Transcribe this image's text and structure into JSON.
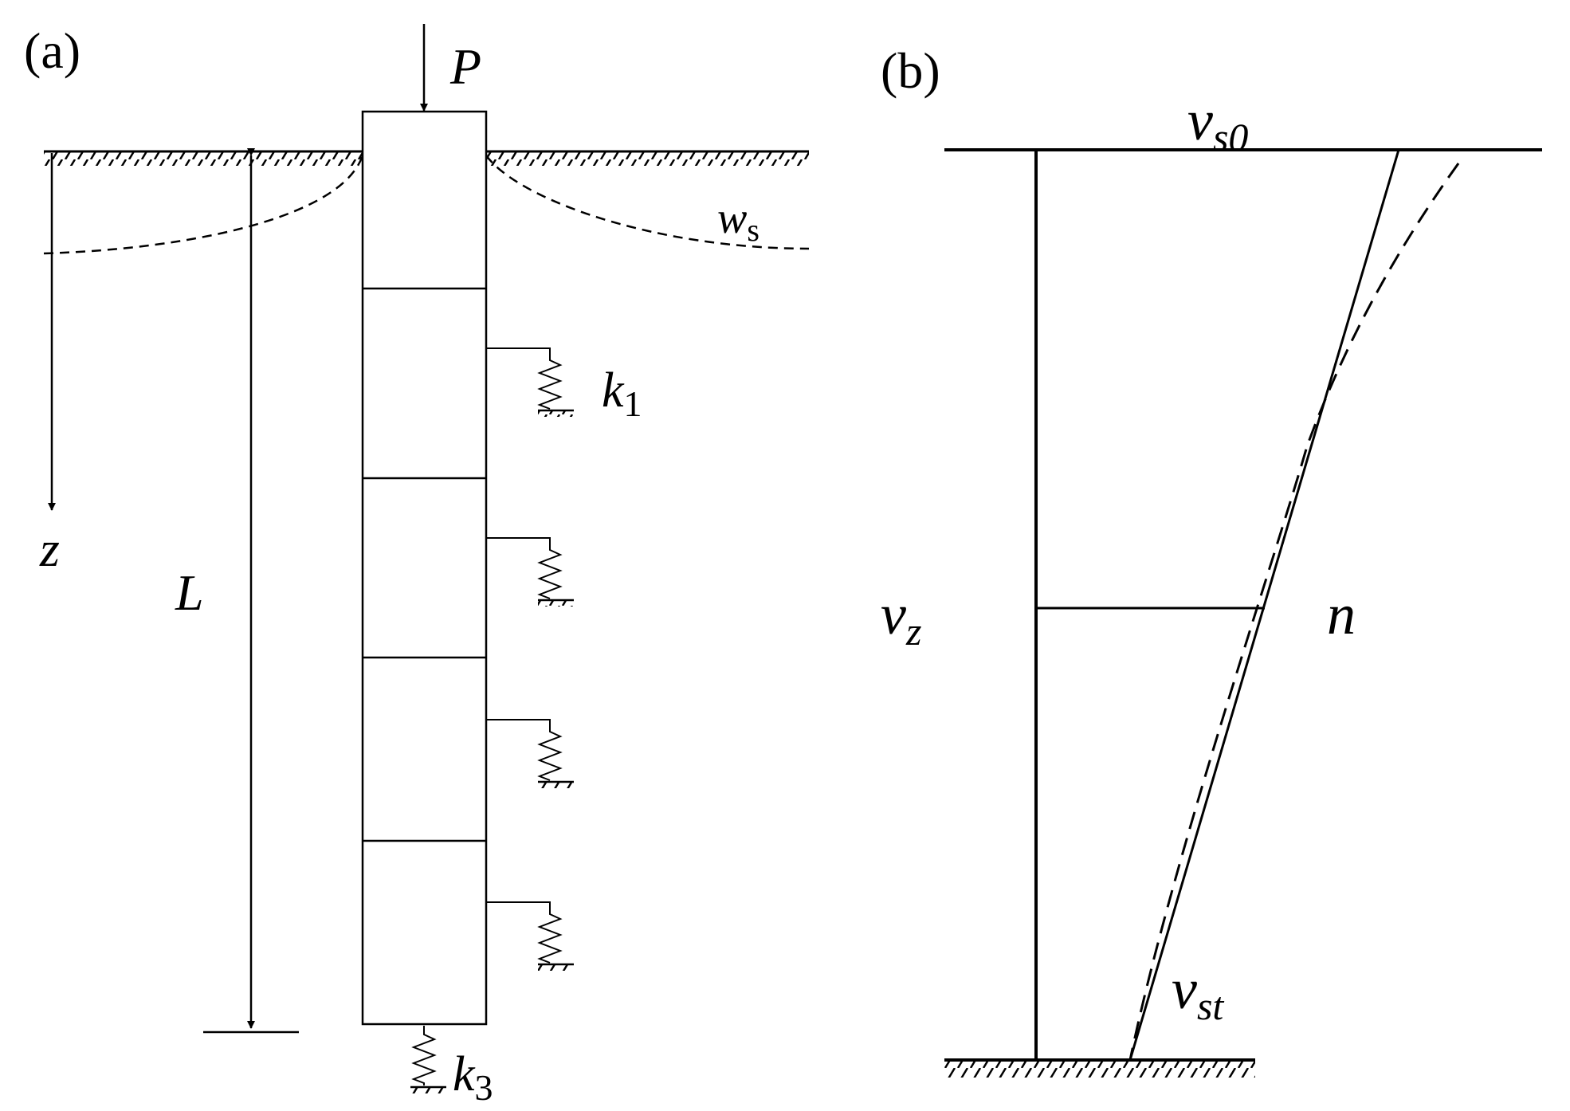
{
  "panel_a": {
    "tag": "(a)",
    "load": "P",
    "depth_axis": "z",
    "length": "L",
    "soil_settlement": "w",
    "soil_settlement_sub": "s",
    "spring_side": "k",
    "spring_side_sub": "1",
    "spring_base": "k",
    "spring_base_sub": "3"
  },
  "panel_b": {
    "tag": "(b)",
    "top": "v",
    "top_sub": "s0",
    "middle": "v",
    "middle_sub": "z",
    "exponent": "n",
    "bottom": "v",
    "bottom_sub": "st"
  }
}
